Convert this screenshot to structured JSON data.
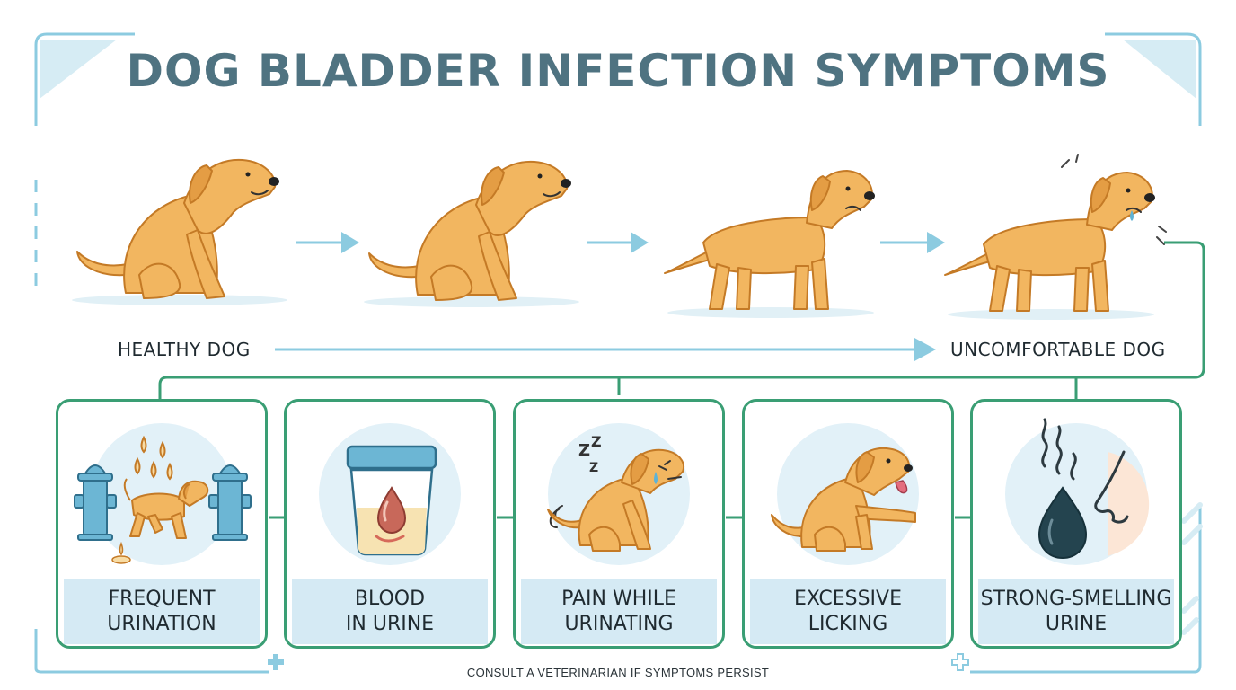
{
  "title": "DOG BLADDER INFECTION SYMPTOMS",
  "progression": {
    "start_label": "HEALTHY DOG",
    "end_label": "UNCOMFORTABLE DOG"
  },
  "symptoms": [
    {
      "line1": "FREQUENT",
      "line2": "URINATION",
      "icon": "fire-hydrant-dog-icon"
    },
    {
      "line1": "BLOOD",
      "line2": "IN URINE",
      "icon": "urine-cup-blood-drop-icon"
    },
    {
      "line1": "PAIN WHILE",
      "line2": "URINATING",
      "icon": "straining-dog-icon"
    },
    {
      "line1": "EXCESSIVE",
      "line2": "LICKING",
      "icon": "licking-dog-icon"
    },
    {
      "line1": "STRONG-SMELLING",
      "line2": "URINE",
      "icon": "smell-drop-nose-icon"
    }
  ],
  "footer": "CONSULT A VETERINARIAN IF SYMPTOMS PERSIST",
  "colors": {
    "title": "#4f7381",
    "frame": "#8ccbe0",
    "connector": "#3a9e74",
    "card_band": "#d5eaf4",
    "circle_bg": "#e2f1f8",
    "dog_fur": "#f2b660",
    "dog_outline": "#c47a26"
  }
}
